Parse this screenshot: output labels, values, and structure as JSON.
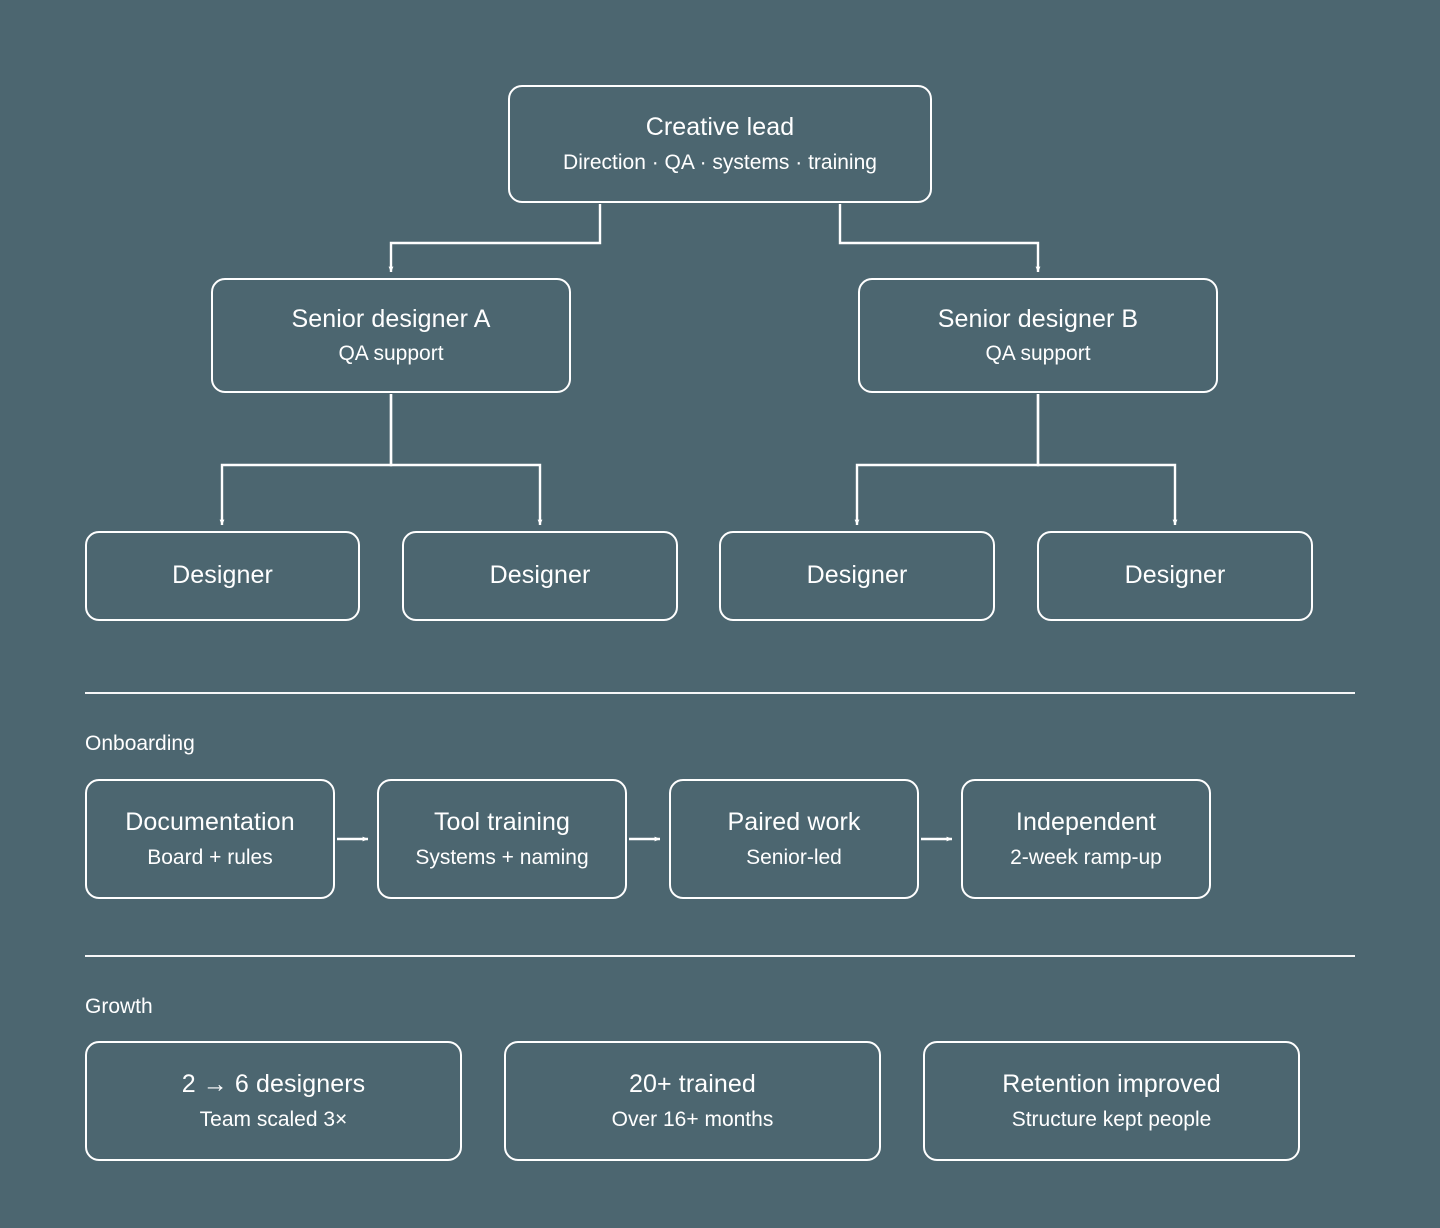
{
  "background_color": "#4c6670",
  "line_color": "#ffffff",
  "org_chart": {
    "lead": {
      "title": "Creative lead",
      "subtitle": "Direction · QA · systems · training"
    },
    "seniors": [
      {
        "title": "Senior designer A",
        "subtitle": "QA support"
      },
      {
        "title": "Senior designer B",
        "subtitle": "QA support"
      }
    ],
    "designers": [
      {
        "title": "Designer"
      },
      {
        "title": "Designer"
      },
      {
        "title": "Designer"
      },
      {
        "title": "Designer"
      }
    ]
  },
  "onboarding": {
    "label": "Onboarding",
    "steps": [
      {
        "title": "Documentation",
        "subtitle": "Board + rules"
      },
      {
        "title": "Tool training",
        "subtitle": "Systems + naming"
      },
      {
        "title": "Paired work",
        "subtitle": "Senior-led"
      },
      {
        "title": "Independent",
        "subtitle": "2-week ramp-up"
      }
    ]
  },
  "growth": {
    "label": "Growth",
    "cards": [
      {
        "title": "2 → 6 designers",
        "subtitle": "Team scaled 3×"
      },
      {
        "title": "20+ trained",
        "subtitle": "Over 16+ months"
      },
      {
        "title": "Retention improved",
        "subtitle": "Structure kept people"
      }
    ]
  }
}
